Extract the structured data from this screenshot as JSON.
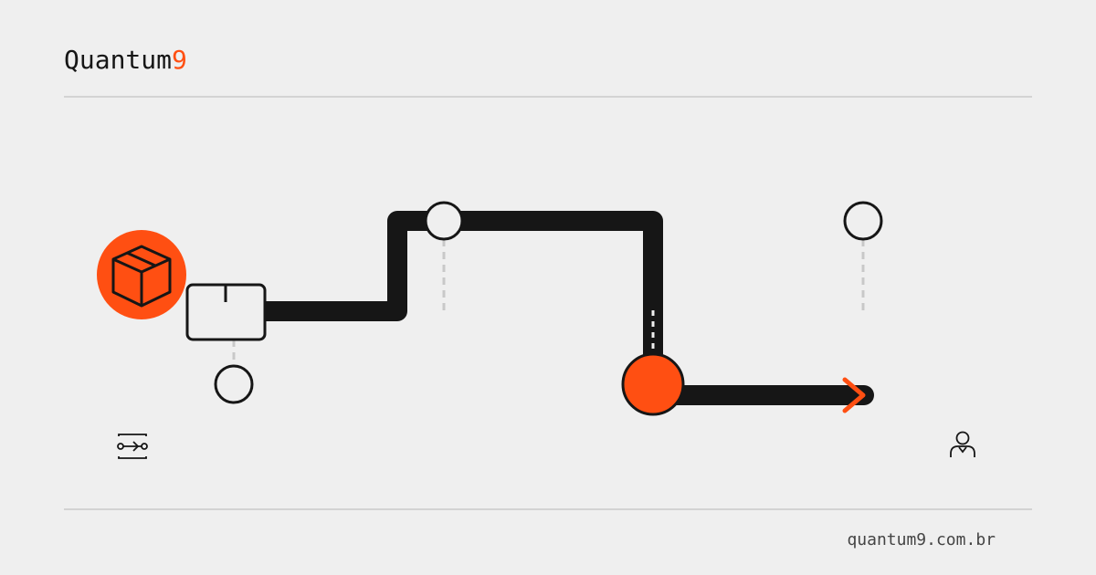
{
  "brand": {
    "name_main": "Quantum",
    "name_accent": "9"
  },
  "footer": {
    "url": "quantum9.com.br"
  },
  "colors": {
    "accent": "#ff4f12",
    "ink": "#161616",
    "background": "#efefef",
    "rule": "#d3d3d3",
    "dash": "#c8c8c8"
  },
  "icons": [
    "package-box-icon",
    "shipment-box-icon",
    "route-transfer-icon",
    "person-icon",
    "arrow-head-icon"
  ]
}
